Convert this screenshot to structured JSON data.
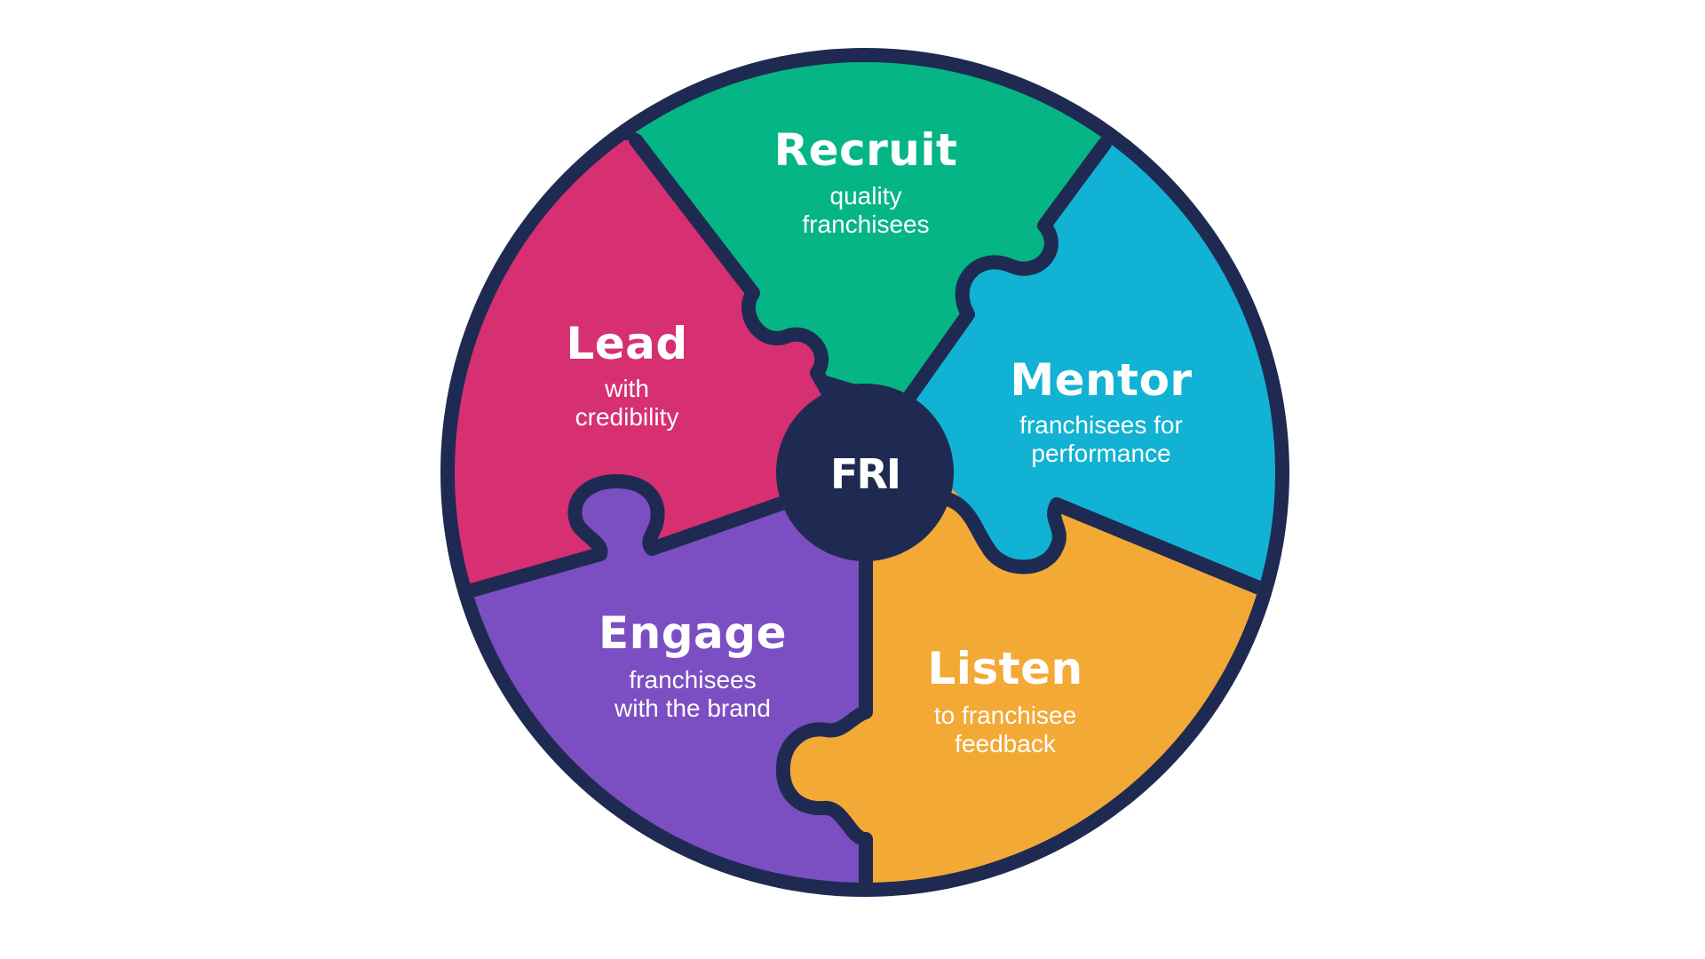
{
  "center": {
    "logo": "FRI",
    "color": "#1f2a52"
  },
  "outline_color": "#1f2a52",
  "segments": [
    {
      "id": "recruit",
      "title": "Recruit",
      "subtitle": [
        "quality",
        "franchisees"
      ],
      "color": "#06b585"
    },
    {
      "id": "mentor",
      "title": "Mentor",
      "subtitle": [
        "franchisees for",
        "performance"
      ],
      "color": "#11b2d3"
    },
    {
      "id": "listen",
      "title": "Listen",
      "subtitle": [
        "to franchisee",
        "feedback"
      ],
      "color": "#f3a936"
    },
    {
      "id": "engage",
      "title": "Engage",
      "subtitle": [
        "franchisees",
        "with the brand"
      ],
      "color": "#7b4fc2"
    },
    {
      "id": "lead",
      "title": "Lead",
      "subtitle": [
        "with",
        "credibility"
      ],
      "color": "#d63072"
    }
  ]
}
